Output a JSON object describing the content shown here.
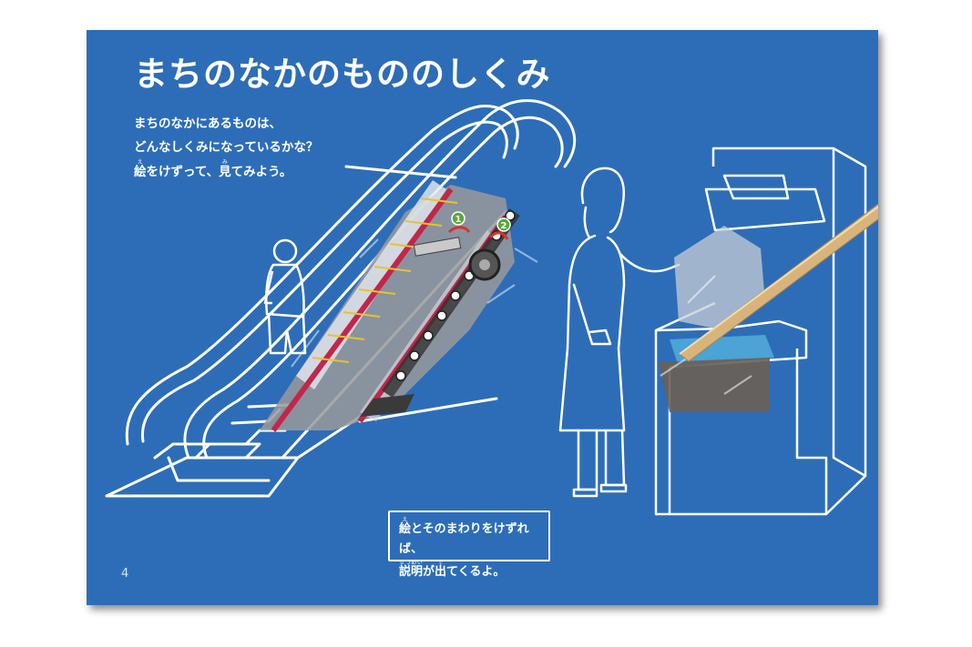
{
  "page": {
    "title": "まちのなかのもののしくみ",
    "intro": [
      "まちのなかにあるものは、",
      "どんなしくみになっているかな？"
    ],
    "intro_line3": {
      "ruby1_base": "絵",
      "ruby1_text": "え",
      "part1": "をけずって、",
      "ruby2_base": "見",
      "ruby2_text": "み",
      "part2": "てみよう。"
    },
    "hint": {
      "line1": {
        "ruby_base": "絵",
        "ruby_text": "え",
        "rest": "とそのまわりをけずれば、"
      },
      "line2": {
        "ruby1_base": "説明",
        "ruby1_text": "せつめい",
        "middle": "が",
        "ruby2_base": "出",
        "ruby2_text": "で",
        "rest": "てくるよ。"
      }
    },
    "page_number": "4",
    "markers": [
      "1",
      "2"
    ]
  },
  "colors": {
    "background": "#2d6db8",
    "line": "#ffffff",
    "marker_green": "#5aa83c",
    "arrow_red": "#d8322a",
    "handrail_red": "#c2264a",
    "stick": "#d9b47a"
  }
}
